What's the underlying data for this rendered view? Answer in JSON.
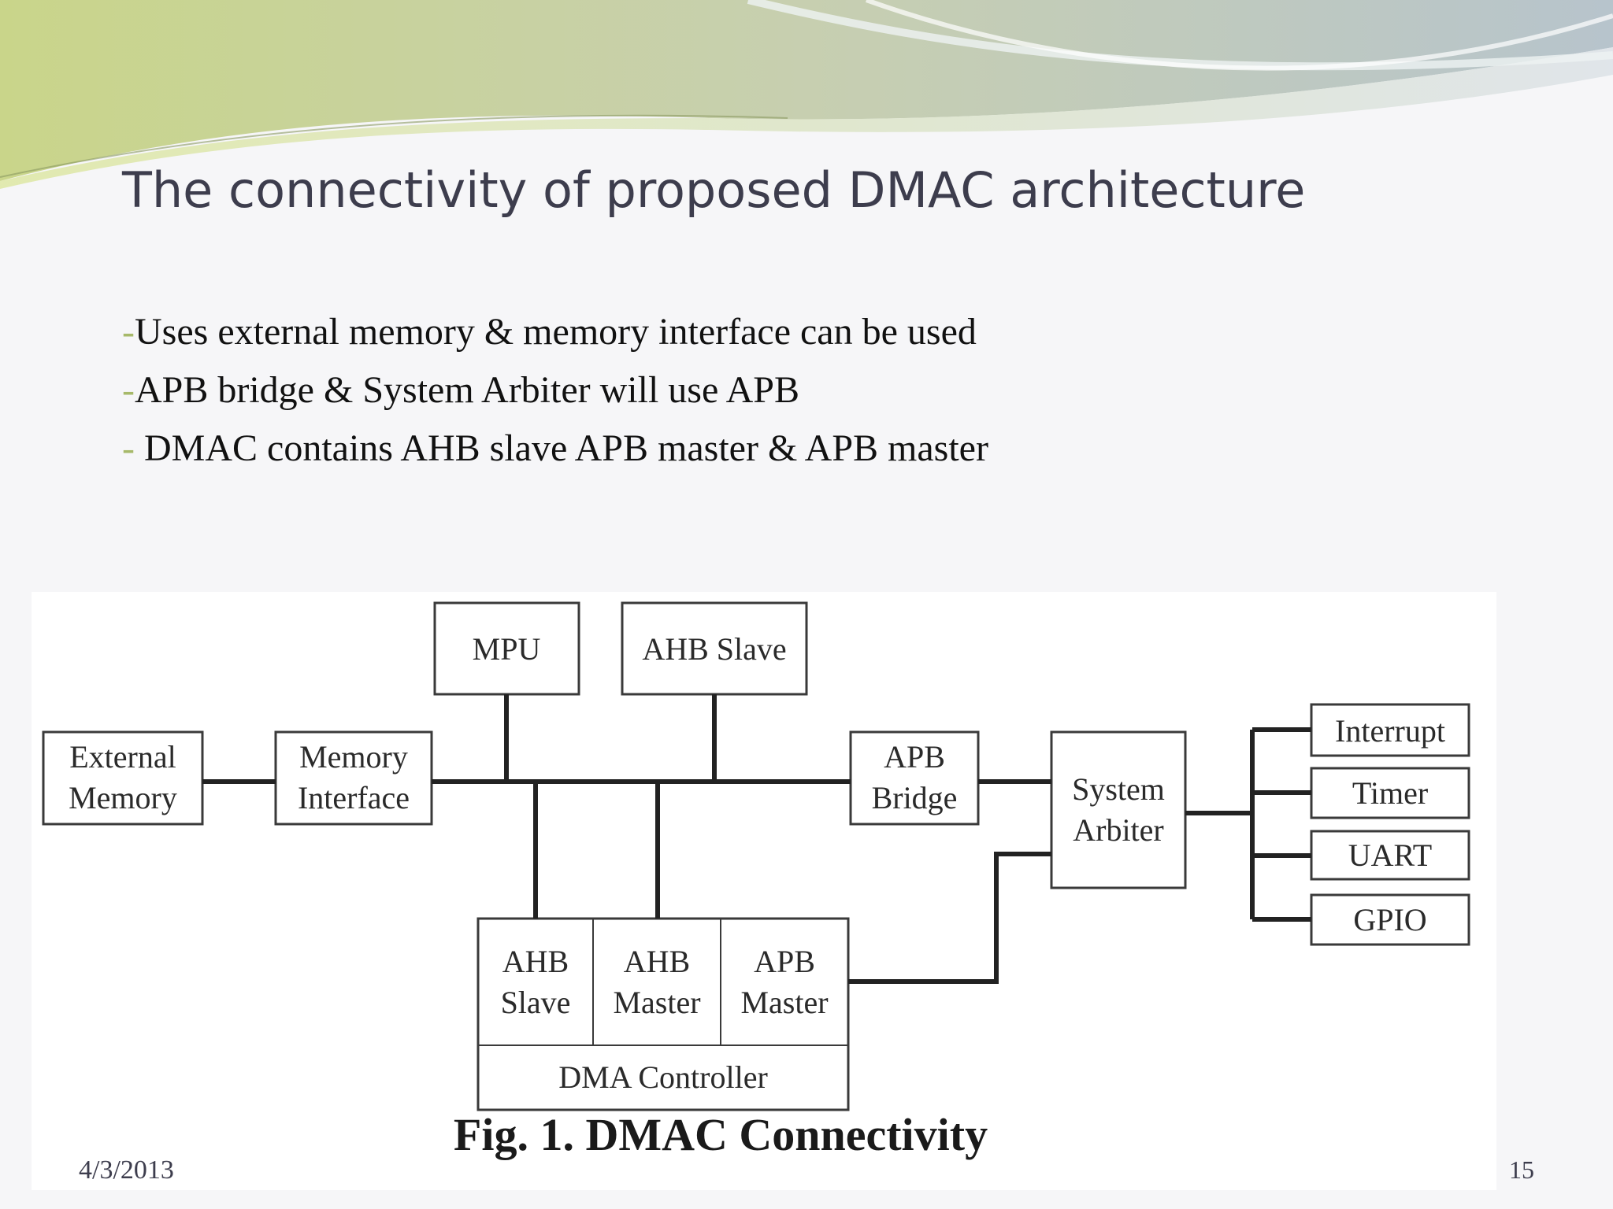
{
  "slide": {
    "title": "The connectivity of proposed DMAC architecture",
    "bullets": [
      {
        "dash": "-",
        "text": "Uses external memory & memory interface can be used"
      },
      {
        "dash": "-",
        "text": "APB bridge & System Arbiter will use APB"
      },
      {
        "dash": "- ",
        "text": "DMAC contains AHB slave APB master & APB master"
      }
    ],
    "footer": {
      "date": "4/3/2013",
      "page": "15"
    }
  },
  "diagram": {
    "blocks": {
      "external_memory": [
        "External",
        "Memory"
      ],
      "memory_interface": [
        "Memory",
        "Interface"
      ],
      "mpu": [
        "MPU"
      ],
      "ahb_slave_top": [
        "AHB Slave"
      ],
      "apb_bridge": [
        "APB",
        "Bridge"
      ],
      "system_arbiter": [
        "System",
        "Arbiter"
      ],
      "interrupt": [
        "Interrupt"
      ],
      "timer": [
        "Timer"
      ],
      "uart": [
        "UART"
      ],
      "gpio": [
        "GPIO"
      ],
      "dmac_ahb_slave": [
        "AHB",
        "Slave"
      ],
      "dmac_ahb_master": [
        "AHB",
        "Master"
      ],
      "dmac_apb_master": [
        "APB",
        "Master"
      ],
      "dma_controller": [
        "DMA Controller"
      ]
    },
    "caption": "Fig. 1.  DMAC Connectivity"
  },
  "colors": {
    "accent_dash": "#a7b96a",
    "title_text": "#3d3d4d"
  }
}
